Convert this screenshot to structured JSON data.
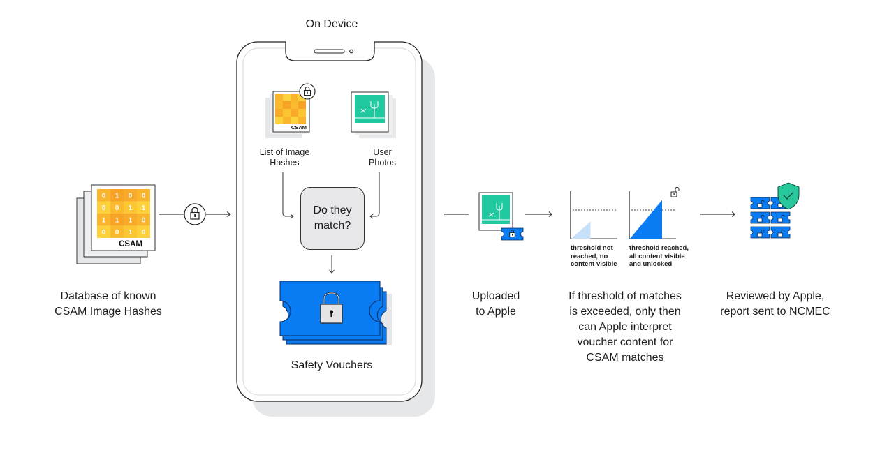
{
  "title": "CSAM detection flow",
  "colors": {
    "voucher_blue": "#0a7cf3",
    "photo_green": "#20c9a0",
    "csam_orange": "#f9b52b",
    "threshold_light": "#c7e1fb",
    "shield_green": "#28c79c",
    "match_box_fill": "#e8e8ea",
    "shadow_gray": "#e6e7e9"
  },
  "database": {
    "label": "Database of known\nCSAM Image Hashes",
    "badge": "CSAM",
    "bits": [
      [
        "0",
        "1",
        "0",
        "0"
      ],
      [
        "0",
        "0",
        "1",
        "1"
      ],
      [
        "1",
        "1",
        "1",
        "0"
      ],
      [
        "0",
        "0",
        "1",
        "0"
      ]
    ]
  },
  "device": {
    "title": "On Device",
    "hash_list": {
      "label": "List of Image\nHashes",
      "badge": "CSAM"
    },
    "user_photos": {
      "label": "User\nPhotos"
    },
    "match_question": "Do they\nmatch?",
    "vouchers_label": "Safety Vouchers"
  },
  "upload": {
    "label": "Uploaded\nto Apple"
  },
  "threshold": {
    "label": "If threshold of matches\nis exceeded, only then\ncan Apple interpret\nvoucher content for\nCSAM matches",
    "not_reached_caption": "threshold not\nreached, no\ncontent visible",
    "reached_caption": "threshold reached,\nall content visible\nand unlocked",
    "not_reached_fraction": 0.6,
    "reached_fraction": 1.35
  },
  "review": {
    "label": "Reviewed by Apple,\nreport sent to NCMEC"
  }
}
